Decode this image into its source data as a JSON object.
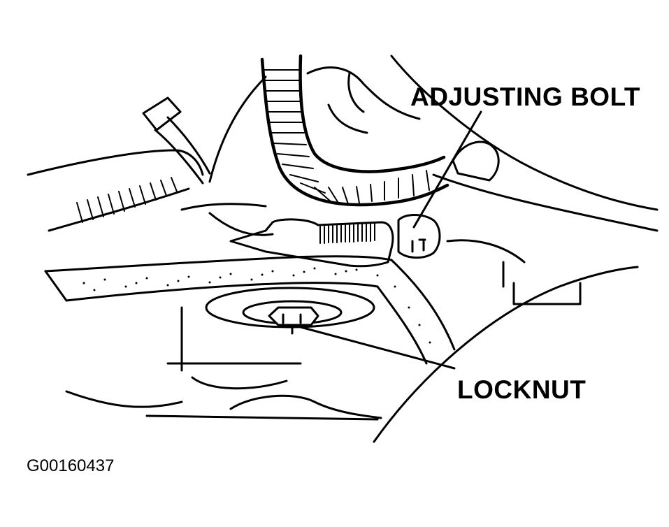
{
  "diagram": {
    "labels": {
      "adjusting_bolt": "ADJUSTING BOLT",
      "locknut": "LOCKNUT"
    },
    "figure_id": "G00160437",
    "ink_color": "#000000",
    "paper_color": "#ffffff"
  }
}
